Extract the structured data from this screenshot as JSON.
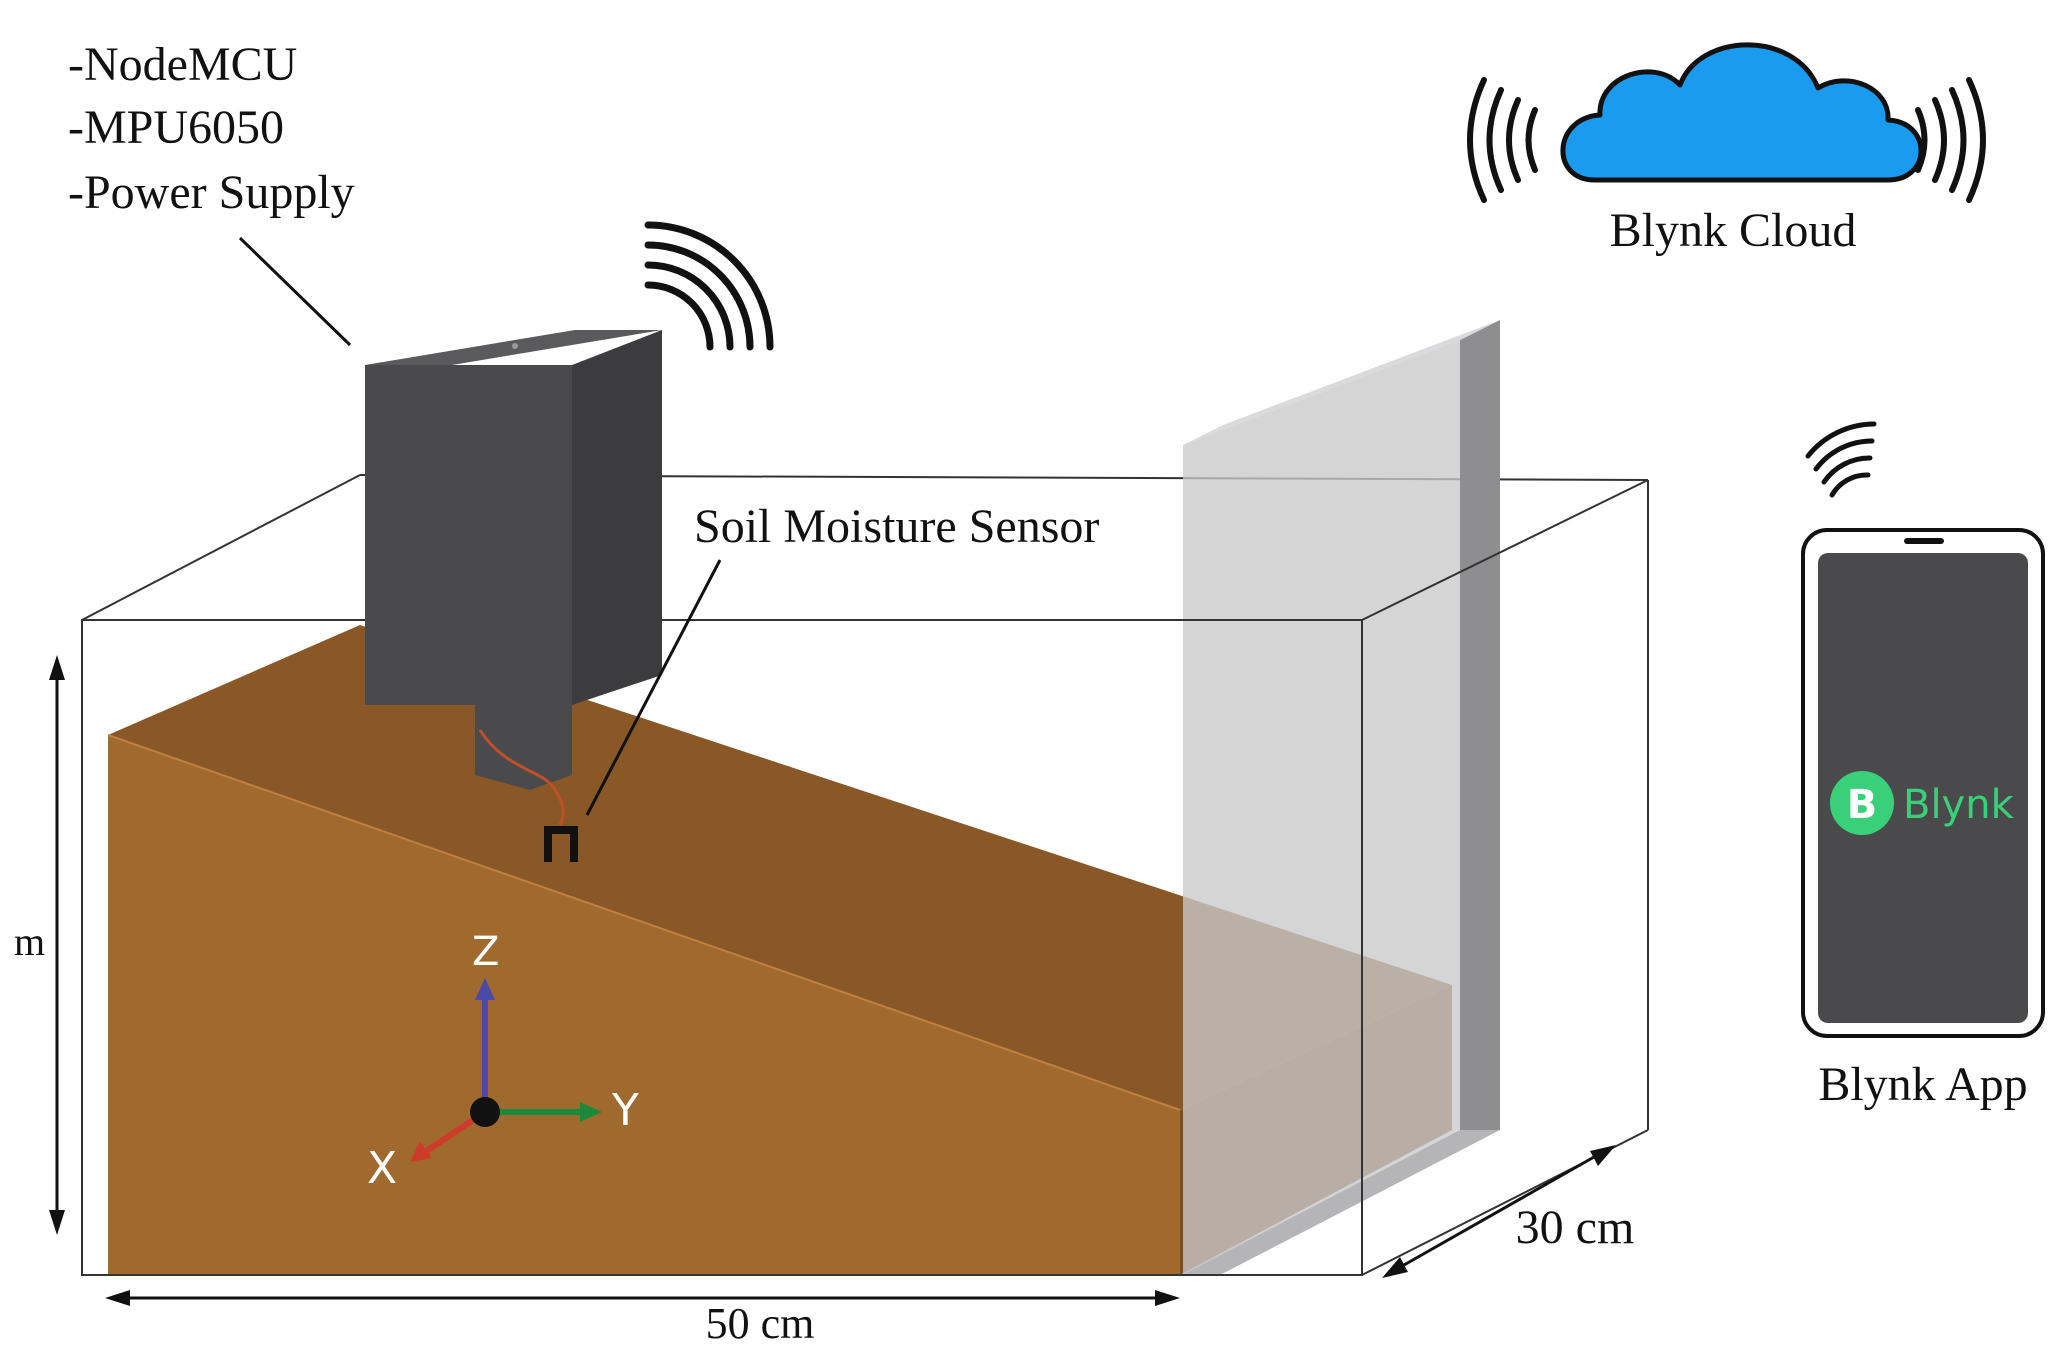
{
  "components": {
    "items": [
      "-NodeMCU",
      "-MPU6050",
      "-Power Supply"
    ]
  },
  "cloud": {
    "label": "Blynk Cloud",
    "icon": "cloud-icon",
    "color": "#1a9bf0"
  },
  "sensor": {
    "label": "Soil Moisture Sensor"
  },
  "app": {
    "label": "Blynk App",
    "brand_letter": "B",
    "brand_name": "Blynk",
    "brand_color": "#3ad07a"
  },
  "axes": {
    "x": "X",
    "y": "Y",
    "z": "Z"
  },
  "dimensions": {
    "height": "m",
    "length": "50 cm",
    "width": "30 cm"
  },
  "colors": {
    "soil": "#a0692e",
    "enclosure": "#4a4a4c",
    "wall": "#c9c9cb"
  }
}
